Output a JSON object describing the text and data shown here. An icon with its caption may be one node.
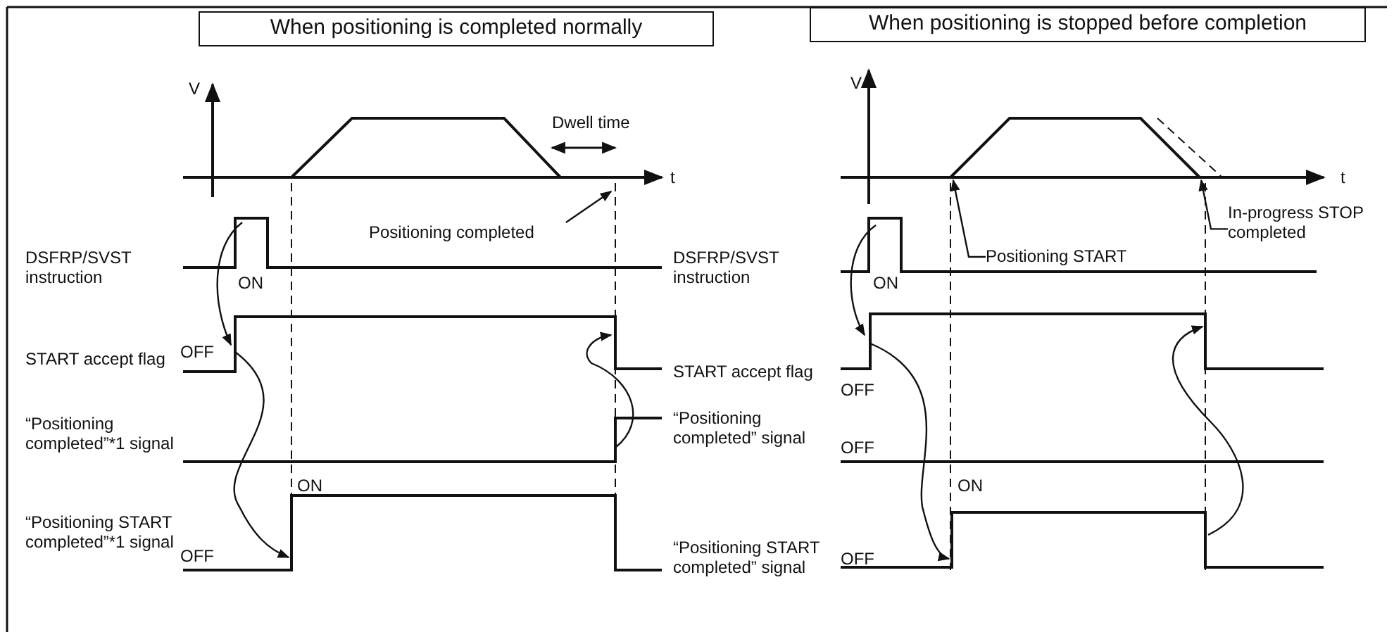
{
  "diagram": {
    "nodes": [
      {
        "text": [
          "When positioning is completed normally"
        ]
      },
      {
        "text": [
          "When positioning is stopped before completion"
        ]
      },
      {
        "text": [
          "Positioning completed"
        ]
      },
      {
        "text": [
          "Positioning START"
        ]
      },
      {
        "text": [
          "In-progress STOP completed"
        ]
      },
      {
        "text": [],
        "shape": "curve"
      }
    ],
    "edges": [
      {
        "from": 2,
        "to": null,
        "arrow": "to"
      },
      {
        "from": 3,
        "to": 5,
        "arrow": "to"
      },
      {
        "from": 4,
        "to": 5,
        "arrow": "to"
      }
    ],
    "labels": [
      "V",
      "Dwell time",
      "t",
      "DSFRP/SVST instruction",
      "ON",
      "START accept flag",
      "OFF",
      "“Positioning completed”*1 signal",
      "ON",
      "“Positioning START completed”*1 signal",
      "OFF",
      "DSFRP/SVST instruction",
      "START accept flag",
      "“Positioning completed” signal",
      "“Positioning START completed” signal",
      "V",
      "t",
      "ON",
      "OFF",
      "OFF",
      "ON",
      "OFF"
    ]
  }
}
